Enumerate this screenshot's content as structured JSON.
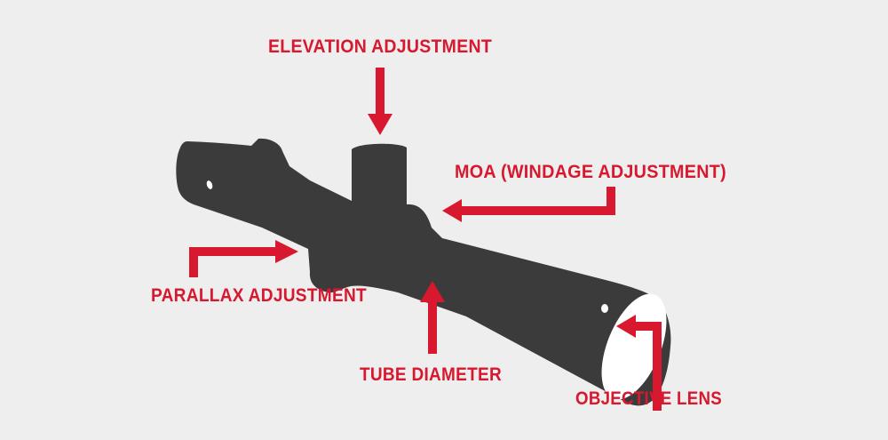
{
  "colors": {
    "background": "#eeeeee",
    "scope": "#3b3b3b",
    "accent": "#d7182e",
    "lens": "#ffffff"
  },
  "labels": {
    "elevation": "ELEVATION ADJUSTMENT",
    "moa": "MOA (WINDAGE ADJUSTMENT)",
    "parallax": "PARALLAX ADJUSTMENT",
    "tube": "TUBE DIAMETER",
    "objective": "OBJECTIVE LENS"
  }
}
